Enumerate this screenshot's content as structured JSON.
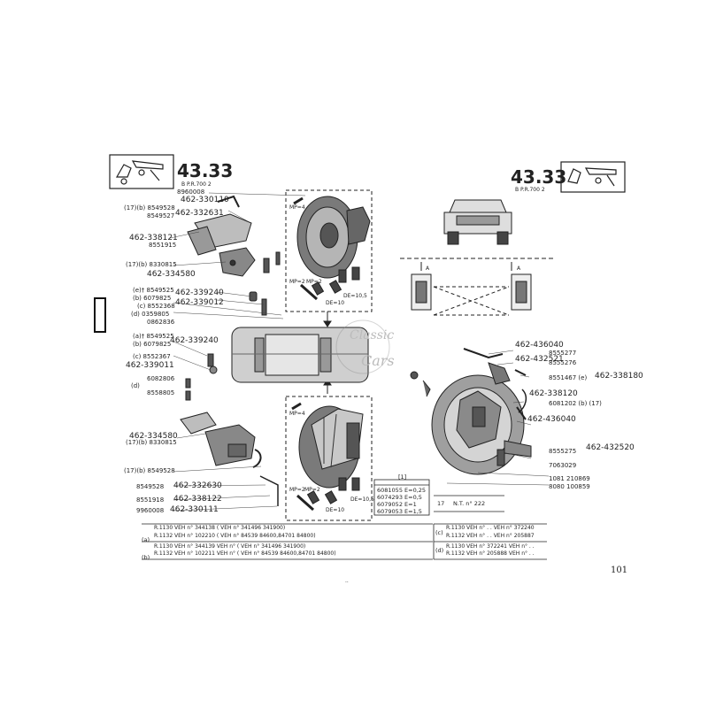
{
  "header_left": {
    "ref_big": "43.33",
    "ref_small": "B  P.R.700 2"
  },
  "header_right": {
    "ref_big": "43.33",
    "ref_small": "B  P.R.700 2"
  },
  "page_number": "101",
  "footer_mark": "..",
  "watermark": {
    "line1": "Classic",
    "line2": "Cars"
  },
  "left_labels": [
    {
      "text": "8960008",
      "cls": "lbl"
    },
    {
      "text": "462-330110",
      "cls": "lbl pn"
    },
    {
      "text": "(17)(b) 8549528",
      "cls": "lbl"
    },
    {
      "text": "8549527",
      "cls": "lbl"
    },
    {
      "text": "462-332631",
      "cls": "lbl pn"
    },
    {
      "text": "462-338121",
      "cls": "lbl pn"
    },
    {
      "text": "8551915",
      "cls": "lbl"
    },
    {
      "text": "(17)(b) 8330815",
      "cls": "lbl"
    },
    {
      "text": "462-334580",
      "cls": "lbl pn"
    },
    {
      "text": "(e)† 8549525",
      "cls": "lbl"
    },
    {
      "text": "(b) 6079825",
      "cls": "lbl"
    },
    {
      "text": "462-339240",
      "cls": "lbl pn"
    },
    {
      "text": "462-339012",
      "cls": "lbl pn"
    },
    {
      "text": "(c) 8552368",
      "cls": "lbl"
    },
    {
      "text": "(d) 0359805",
      "cls": "lbl"
    },
    {
      "text": "0862836",
      "cls": "lbl"
    },
    {
      "text": "(a)† 8549525",
      "cls": "lbl"
    },
    {
      "text": "(b) 6079825",
      "cls": "lbl"
    },
    {
      "text": "462-339240",
      "cls": "lbl pn"
    },
    {
      "text": "(c) 8552367",
      "cls": "lbl"
    },
    {
      "text": "462-339011",
      "cls": "lbl pn"
    },
    {
      "text": "6082806",
      "cls": "lbl"
    },
    {
      "text": "(d)",
      "cls": "lbl"
    },
    {
      "text": "8558805",
      "cls": "lbl"
    },
    {
      "text": "462-334580",
      "cls": "lbl pn"
    },
    {
      "text": "(17)(b) 8330815",
      "cls": "lbl"
    },
    {
      "text": "(17)(b) 8549528",
      "cls": "lbl"
    },
    {
      "text": "8549528",
      "cls": "lbl"
    },
    {
      "text": "462-332630",
      "cls": "lbl pn"
    },
    {
      "text": "8551918",
      "cls": "lbl"
    },
    {
      "text": "462-338122",
      "cls": "lbl pn"
    },
    {
      "text": "9960008",
      "cls": "lbl"
    },
    {
      "text": "462-330111",
      "cls": "lbl pn"
    }
  ],
  "center_labels": [
    {
      "text": "MP=4"
    },
    {
      "text": "MP=2"
    },
    {
      "text": "MP=2"
    },
    {
      "text": "DE=10,5"
    },
    {
      "text": "DE=10"
    },
    {
      "text": "MP=4"
    },
    {
      "text": "MP=2"
    },
    {
      "text": "MP=2"
    },
    {
      "text": "DE=10,5"
    },
    {
      "text": "DE=10"
    },
    {
      "text": "A"
    },
    {
      "text": "A"
    }
  ],
  "right_labels": [
    {
      "text": "462-436040",
      "cls": "lbl pn"
    },
    {
      "text": "8555277",
      "cls": "lbl"
    },
    {
      "text": "462-432521",
      "cls": "lbl pn"
    },
    {
      "text": "8555276",
      "cls": "lbl"
    },
    {
      "text": "8551467 (e)",
      "cls": "lbl"
    },
    {
      "text": "462-338180",
      "cls": "lbl pn"
    },
    {
      "text": "462-338120",
      "cls": "lbl pn"
    },
    {
      "text": "6081202 (b) (17)",
      "cls": "lbl"
    },
    {
      "text": "462-436040",
      "cls": "lbl pn"
    },
    {
      "text": "8555275",
      "cls": "lbl"
    },
    {
      "text": "462-432520",
      "cls": "lbl pn"
    },
    {
      "text": "7063029",
      "cls": "lbl"
    },
    {
      "text": "1081 210869",
      "cls": "lbl"
    },
    {
      "text": "8080 100859",
      "cls": "lbl"
    }
  ],
  "shim_table": {
    "header": "[1]",
    "rows": [
      "6081055  E=0,25",
      "6074293  E=0,5",
      "6079052  E=1",
      "6079053  E=1,5"
    ]
  },
  "ref_box": {
    "num": "17",
    "text": "N.T. n° 222"
  },
  "bottom_table_left": [
    {
      "tag": "(a)",
      "line1": "R.1130 VEH n° 344138 ( VEH n° 341496   341900)",
      "line2": "R.1132 VEH n° 102210 ( VEH n° 84539   84600,84701   84800)"
    },
    {
      "tag": "(b)",
      "line1": "R.1130 VEH n° 344139  VEH n°  ( VEH n° 341496   341900)",
      "line2": "R.1132 VEH n° 102211  VEH n°  ( VEH n° 84539   84600,84701   84800)"
    }
  ],
  "bottom_table_right": [
    {
      "tag": "(c)",
      "line1": "R.1130 VEH n° . .   VEH n° 372240",
      "line2": "R.1132 VEH n° . .   VEH n° 205887"
    },
    {
      "tag": "(d)",
      "line1": "R.1130 VEH n° 372241  VEH n° . .",
      "line2": "R.1132 VEH n° 205888  VEH n° . ."
    }
  ]
}
